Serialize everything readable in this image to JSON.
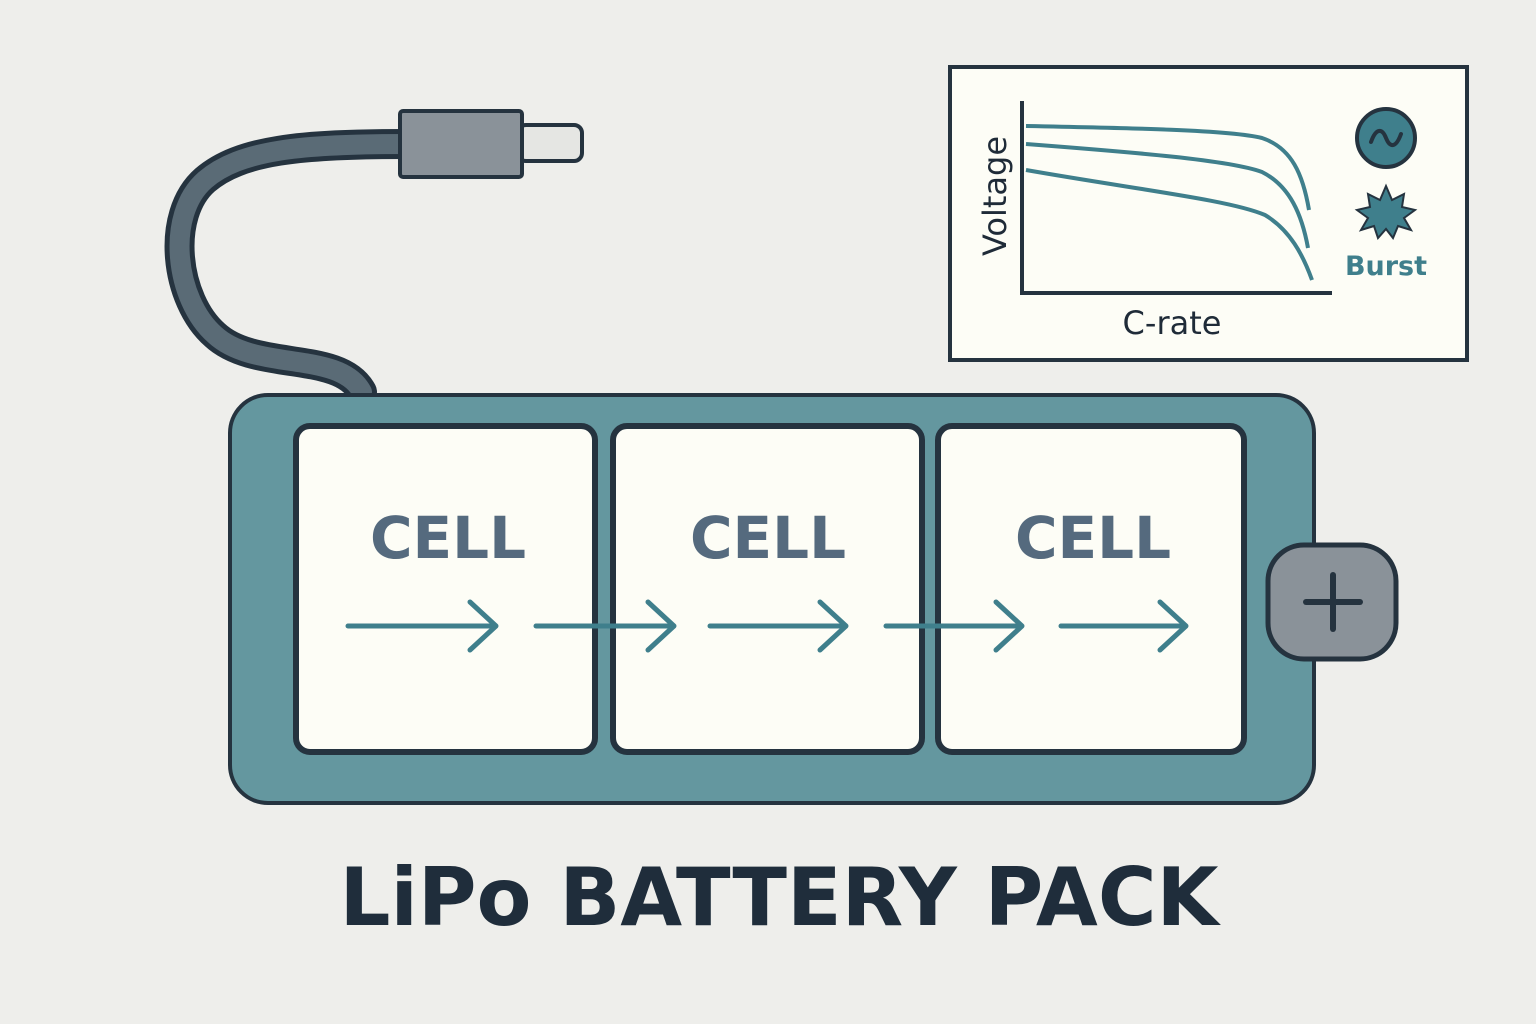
{
  "title": "LiPo BATTERY PACK",
  "cells": [
    {
      "label": "CELL"
    },
    {
      "label": "CELL"
    },
    {
      "label": "CELL"
    }
  ],
  "terminal": {
    "symbol": "+",
    "icon": "plus-icon"
  },
  "connector": {
    "icon": "cable-plug-icon"
  },
  "discharge_graph": {
    "ylabel": "Voltage",
    "xlabel": "C-rate",
    "curve_count": 3,
    "ac_icon": "sine-wave-icon",
    "ac_symbol": "~",
    "burst_icon": "burst-star-icon",
    "burst_label": "Burst"
  },
  "colors": {
    "background": "#eeeeeb",
    "pack": "#64979f",
    "outline": "#25333f",
    "cell_fill": "#fdfdf6",
    "accent": "#3f7f8c",
    "terminal": "#8a9299"
  }
}
